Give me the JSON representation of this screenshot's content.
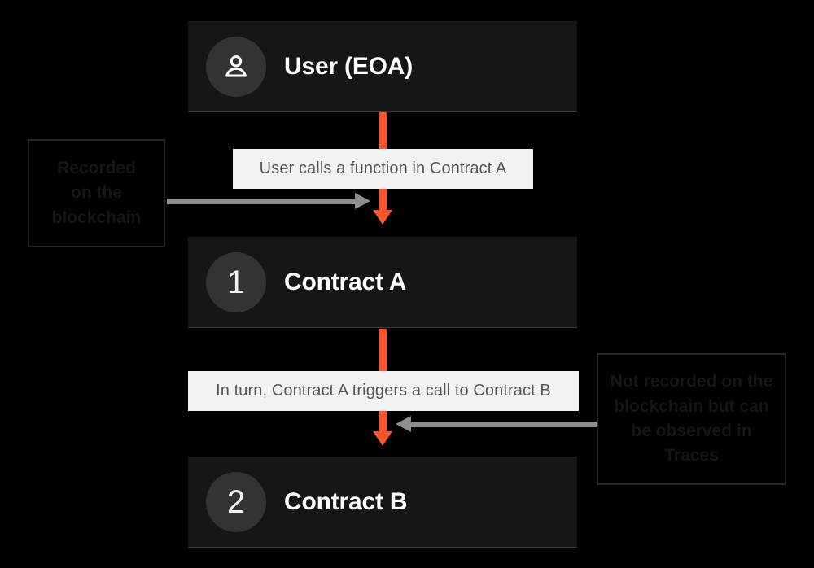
{
  "diagram": {
    "title": "Contract call flow recorded on the blockchain",
    "background_color": "#000000",
    "accent_color": "#f9542c",
    "node_color": "#161616",
    "chip_color": "#f2f2f2"
  },
  "nodes": [
    {
      "id": "user",
      "badge_type": "person-icon",
      "badge_text": "",
      "label": "User (EOA)"
    },
    {
      "id": "contract-a",
      "badge_type": "number",
      "badge_text": "1",
      "label": "Contract A"
    },
    {
      "id": "contract-b",
      "badge_type": "number",
      "badge_text": "2",
      "label": "Contract B"
    }
  ],
  "captions": [
    {
      "id": "caption-1",
      "text": "User calls a function in Contract A"
    },
    {
      "id": "caption-2",
      "text": "In turn, Contract A triggers a call to Contract B"
    }
  ],
  "annotations": [
    {
      "id": "annotation-left",
      "lines": [
        "Recorded",
        "on the",
        "blockchain"
      ],
      "arrow": "points-right"
    },
    {
      "id": "annotation-right",
      "lines": [
        "Not recorded on the",
        "blockchain but can",
        "be observed in",
        "Traces"
      ],
      "arrow": "points-left"
    }
  ]
}
